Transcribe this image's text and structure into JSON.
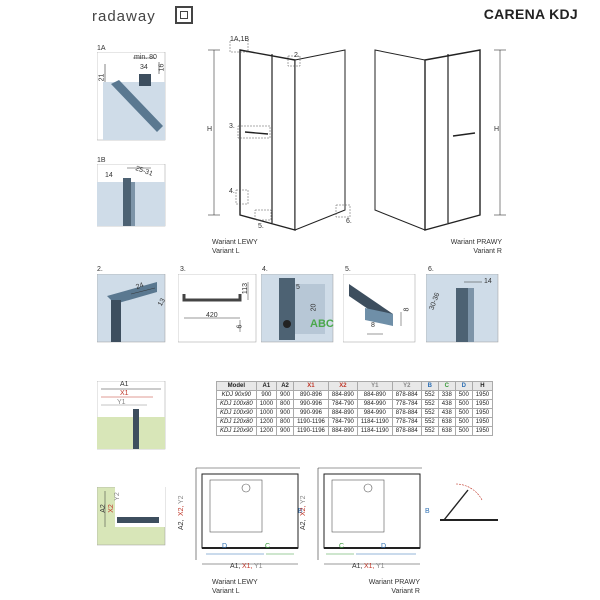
{
  "header": {
    "brand": "radaway",
    "product": "CARENA KDJ"
  },
  "details": {
    "d1a": {
      "label": "1A",
      "min": "min. 80",
      "d21": "21",
      "d34": "34",
      "d16": "16"
    },
    "d1b": {
      "label": "1B",
      "d14": "14",
      "range": "25-31"
    },
    "d2": {
      "label": "2.",
      "d24": "24",
      "d13": "13"
    },
    "d3": {
      "label": "3.",
      "d420": "420",
      "d113": "113",
      "d6": "6"
    },
    "d4": {
      "label": "4.",
      "d5": "5",
      "d20": "20"
    },
    "d5": {
      "label": "5.",
      "d8": "8"
    },
    "d6": {
      "label": "6.",
      "d14": "14",
      "range": "30-36"
    }
  },
  "main_views": {
    "left": {
      "caption_pl": "Wariant LEWY",
      "caption_en": "Variant L",
      "callouts": [
        "1A,1B",
        "2.",
        "3.",
        "4.",
        "5.",
        "6."
      ],
      "h": "H"
    },
    "right": {
      "caption_pl": "Wariant PRAWY",
      "caption_en": "Variant R",
      "h": "H"
    }
  },
  "watermark": "ABC",
  "dims_small": {
    "a1": "A1",
    "x1": "X1",
    "y1": "Y1",
    "a2": "A2",
    "x2": "X2",
    "y2": "Y2"
  },
  "table": {
    "headers": [
      "Model",
      "A1",
      "A2",
      "X1",
      "X2",
      "Y1",
      "Y2",
      "B",
      "C",
      "D",
      "H"
    ],
    "rows": [
      [
        "KDJ 90x90",
        "900",
        "900",
        "890-896",
        "884-890",
        "884-890",
        "878-884",
        "552",
        "338",
        "500",
        "1950"
      ],
      [
        "KDJ 100x80",
        "1000",
        "800",
        "990-996",
        "784-790",
        "984-990",
        "778-784",
        "552",
        "438",
        "500",
        "1950"
      ],
      [
        "KDJ 100x90",
        "1000",
        "900",
        "990-996",
        "884-890",
        "984-990",
        "878-884",
        "552",
        "438",
        "500",
        "1950"
      ],
      [
        "KDJ 120x80",
        "1200",
        "800",
        "1190-1196",
        "784-790",
        "1184-1190",
        "778-784",
        "552",
        "638",
        "500",
        "1950"
      ],
      [
        "KDJ 120x90",
        "1200",
        "900",
        "1190-1196",
        "884-890",
        "1184-1190",
        "878-884",
        "552",
        "638",
        "500",
        "1950"
      ]
    ]
  },
  "plans": {
    "left": {
      "caption_pl": "Wariant LEWY",
      "caption_en": "Variant L",
      "b": "B",
      "d": "D",
      "c": "C",
      "a2": "A2,",
      "x2": "X2,",
      "y2": "Y2",
      "a1": "A1,",
      "x1": "X1,",
      "y1": "Y1"
    },
    "right": {
      "caption_pl": "Wariant PRAWY",
      "caption_en": "Variant R",
      "b": "B",
      "d": "D",
      "c": "C",
      "a2": "A2,",
      "x2": "X2,",
      "y2": "Y2",
      "a1": "A1,",
      "x1": "X1,",
      "y1": "Y1"
    }
  },
  "colors": {
    "red": "#c0392b",
    "blue": "#2d6fb3",
    "green": "#3a9a3a",
    "tile": "#d8e6b8",
    "metal": "#6f8fa8"
  }
}
